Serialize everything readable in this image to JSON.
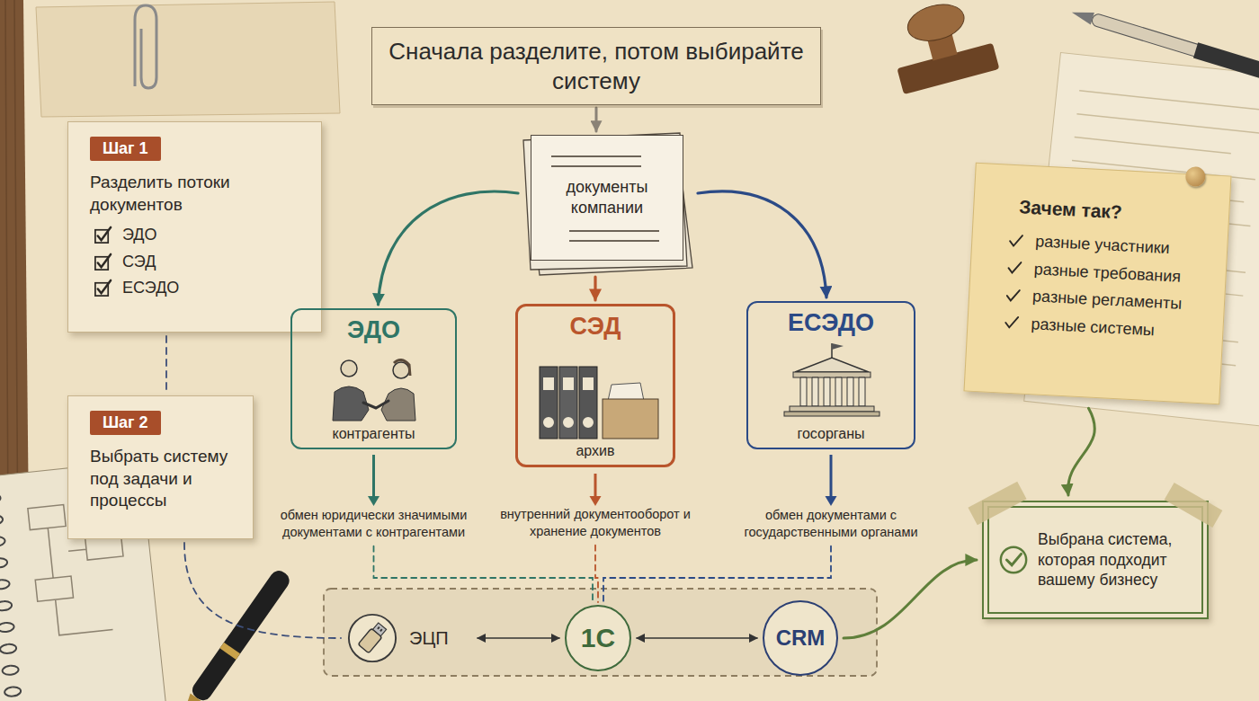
{
  "diagram": {
    "nodes": [
      {
        "text": [
          "Сначала разделите, потом выбирайте систему"
        ]
      },
      {
        "text": [
          "Шаг 1",
          "Разделить потоки документов",
          "ЭДО",
          "СЭД",
          "ЕСЭДО"
        ]
      },
      {
        "text": [
          "документы компании"
        ]
      },
      {
        "text": [
          "Зачем так?",
          "разные участники",
          "разные требования",
          "разные регламенты",
          "разные системы"
        ]
      },
      {
        "text": [
          "ЭДО",
          "контрагенты",
          "обмен юридически значимыми документами с контрагентами"
        ]
      },
      {
        "text": [
          "СЭД",
          "архив",
          "внутренний документооборот и хранение документов"
        ]
      },
      {
        "text": [
          "ЕСЭДО",
          "госорганы",
          "обмен документами с государственными органами"
        ]
      },
      {
        "text": [
          "Шаг 2",
          "Выбрать систему под задачи и процессы"
        ]
      },
      {
        "text": [
          "ЭЦП"
        ]
      },
      {
        "text": [
          "1С"
        ]
      },
      {
        "text": [
          "CRM"
        ]
      },
      {
        "text": [
          "Выбрана система, которая подходит вашему бизнесу"
        ]
      }
    ],
    "edges": [
      {
        "from": 0,
        "to": 2,
        "arrow": "to"
      },
      {
        "from": 2,
        "to": 4,
        "arrow": "to"
      },
      {
        "from": 2,
        "to": 5,
        "arrow": "to"
      },
      {
        "from": 2,
        "to": 6,
        "arrow": "to"
      },
      {
        "from": 1,
        "to": 7,
        "arrow": "none"
      },
      {
        "from": 7,
        "to": 8,
        "arrow": "none"
      },
      {
        "from": 4,
        "to": 9,
        "arrow": "none"
      },
      {
        "from": 5,
        "to": 9,
        "arrow": "none"
      },
      {
        "from": 6,
        "to": 9,
        "arrow": "none"
      },
      {
        "from": 8,
        "to": 9,
        "arrow": "both"
      },
      {
        "from": 9,
        "to": 10,
        "arrow": "both"
      },
      {
        "from": 10,
        "to": 11,
        "arrow": "to"
      },
      {
        "from": 3,
        "to": 11,
        "arrow": "to"
      }
    ]
  }
}
